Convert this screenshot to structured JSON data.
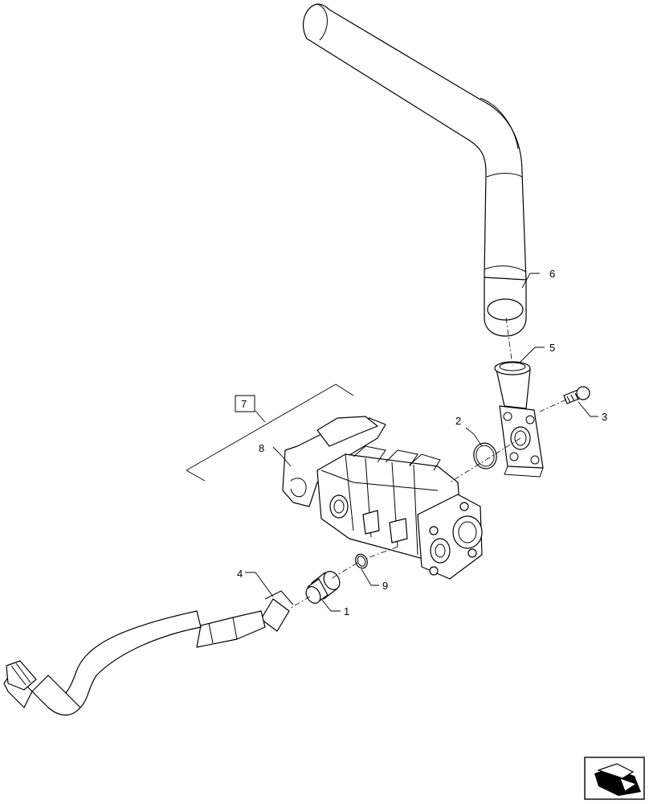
{
  "callouts": {
    "c1": "1",
    "c2": "2",
    "c3": "3",
    "c4": "4",
    "c5": "5",
    "c6": "6",
    "c7": "7",
    "c8": "8",
    "c9": "9"
  },
  "nav_icon": "next-page-arrow-icon"
}
